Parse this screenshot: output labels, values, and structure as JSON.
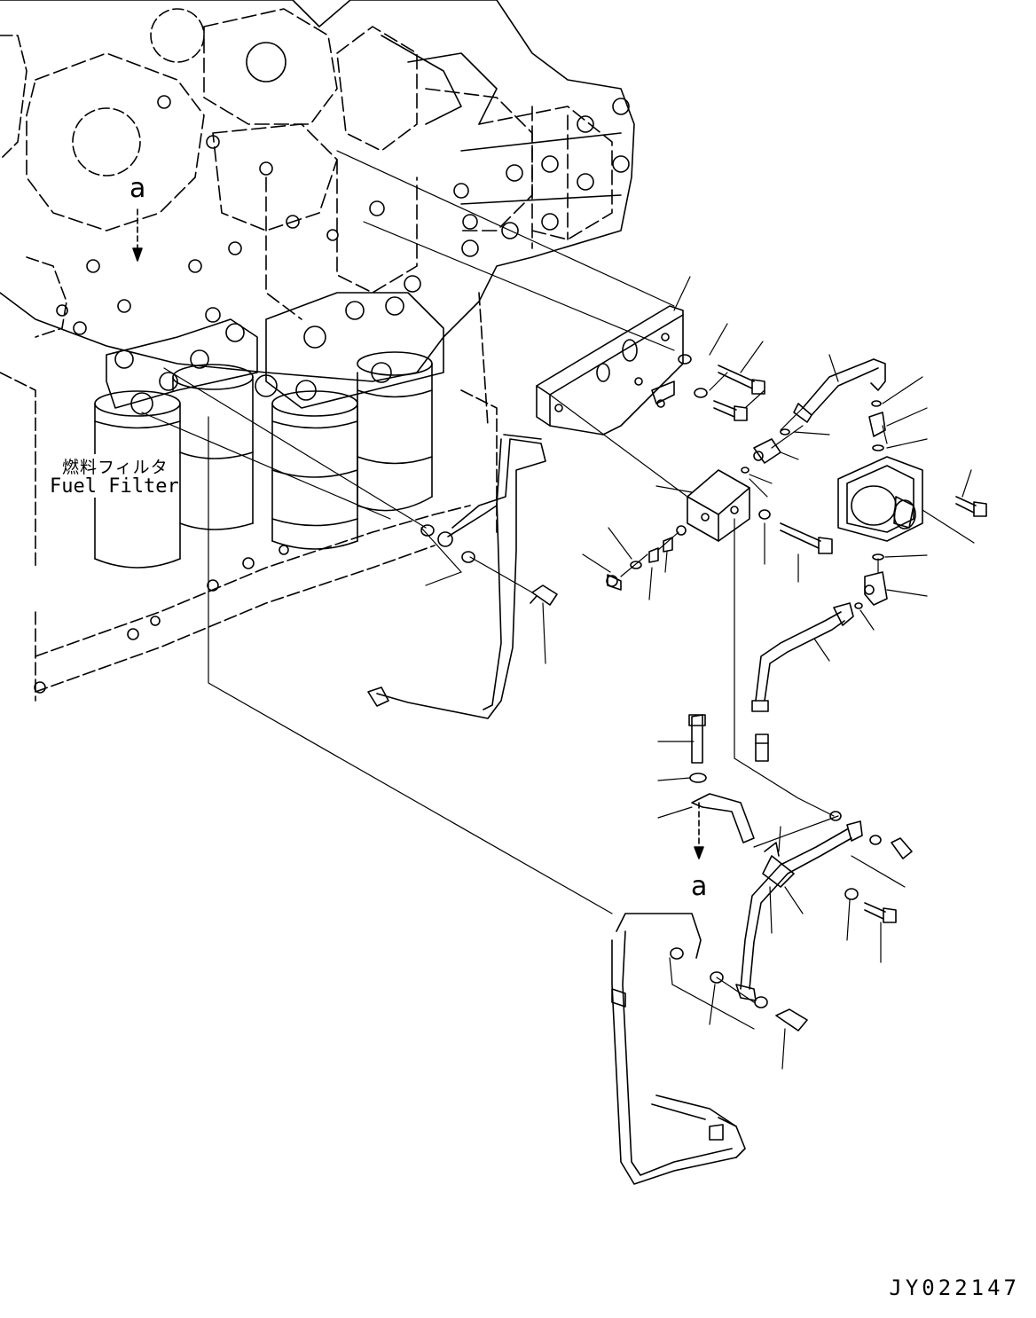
{
  "labels": {
    "detail_a_top": "a",
    "detail_a_bottom": "a",
    "fuel_filter_jp": "燃料フィルタ",
    "fuel_filter_en": "Fuel Filter",
    "drawing_code": "JY022147"
  }
}
